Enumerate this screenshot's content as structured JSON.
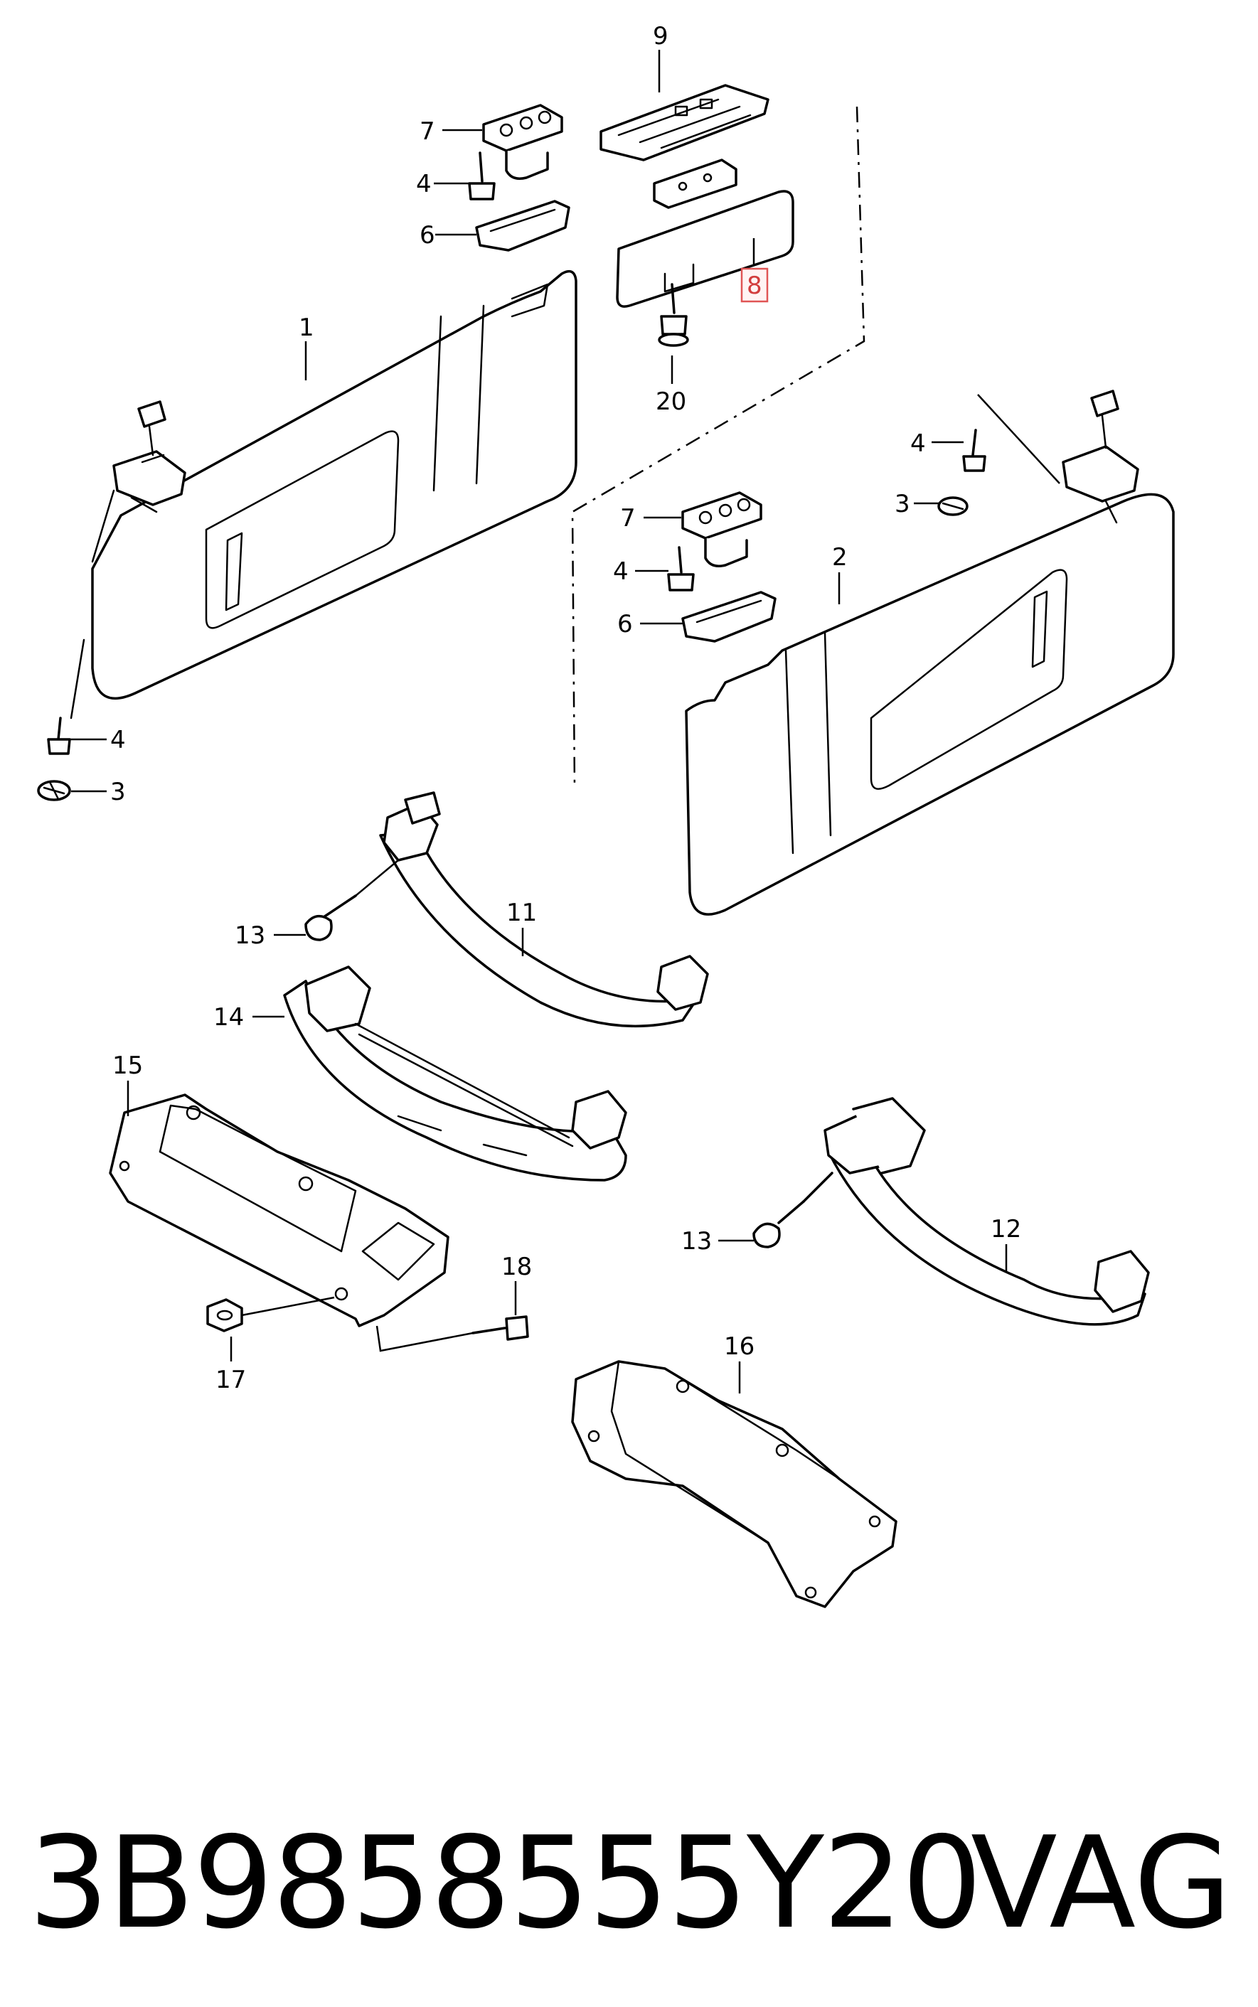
{
  "diagram": {
    "part_number": "3B9858555Y20",
    "brand": "VAG",
    "highlighted_callout": "8",
    "callouts": {
      "c1": "1",
      "c2": "2",
      "c3_left": "3",
      "c3_right": "3",
      "c4_left_top": "4",
      "c4_left_bottom": "4",
      "c4_mid": "4",
      "c4_right": "4",
      "c6_top": "6",
      "c6_mid": "6",
      "c7_top": "7",
      "c7_mid": "7",
      "c8": "8",
      "c9": "9",
      "c11": "11",
      "c12": "12",
      "c13_left": "13",
      "c13_right": "13",
      "c14": "14",
      "c15": "15",
      "c16": "16",
      "c17": "17",
      "c18": "18",
      "c20": "20"
    }
  }
}
